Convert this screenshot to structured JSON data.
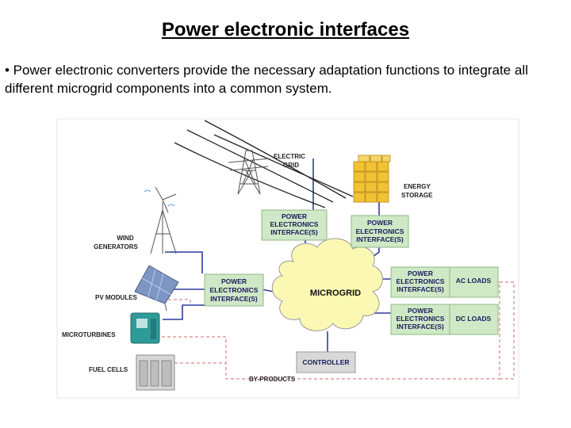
{
  "title": "Power electronic interfaces",
  "bullet_text": "• Power electronic converters provide the necessary adaptation functions to integrate all different microgrid components into a common system.",
  "diagram": {
    "electric_grid": [
      "ELECTRIC",
      "GRID"
    ],
    "energy_storage": [
      "ENERGY",
      "STORAGE"
    ],
    "wind_generators": [
      "WIND",
      "GENERATORS"
    ],
    "pv_modules": "PV MODULES",
    "microturbines": "MICROTURBINES",
    "fuel_cells": "FUEL CELLS",
    "by_products": "BY-PRODUCTS",
    "microgrid": "MICROGRID",
    "controller": "CONTROLLER",
    "pei_line1": "POWER",
    "pei_line2": "ELECTRONICS",
    "pei_line3": "INTERFACE(S)",
    "ac_loads": "AC LOADS",
    "dc_loads": "DC LOADS"
  },
  "colors": {
    "box_fill": "#cfe8c5",
    "cloud_fill": "#fbf8b4",
    "power_line": "#2f3d9e",
    "byproduct_line": "#d48a8a",
    "load_box": "#cfe8c5"
  }
}
